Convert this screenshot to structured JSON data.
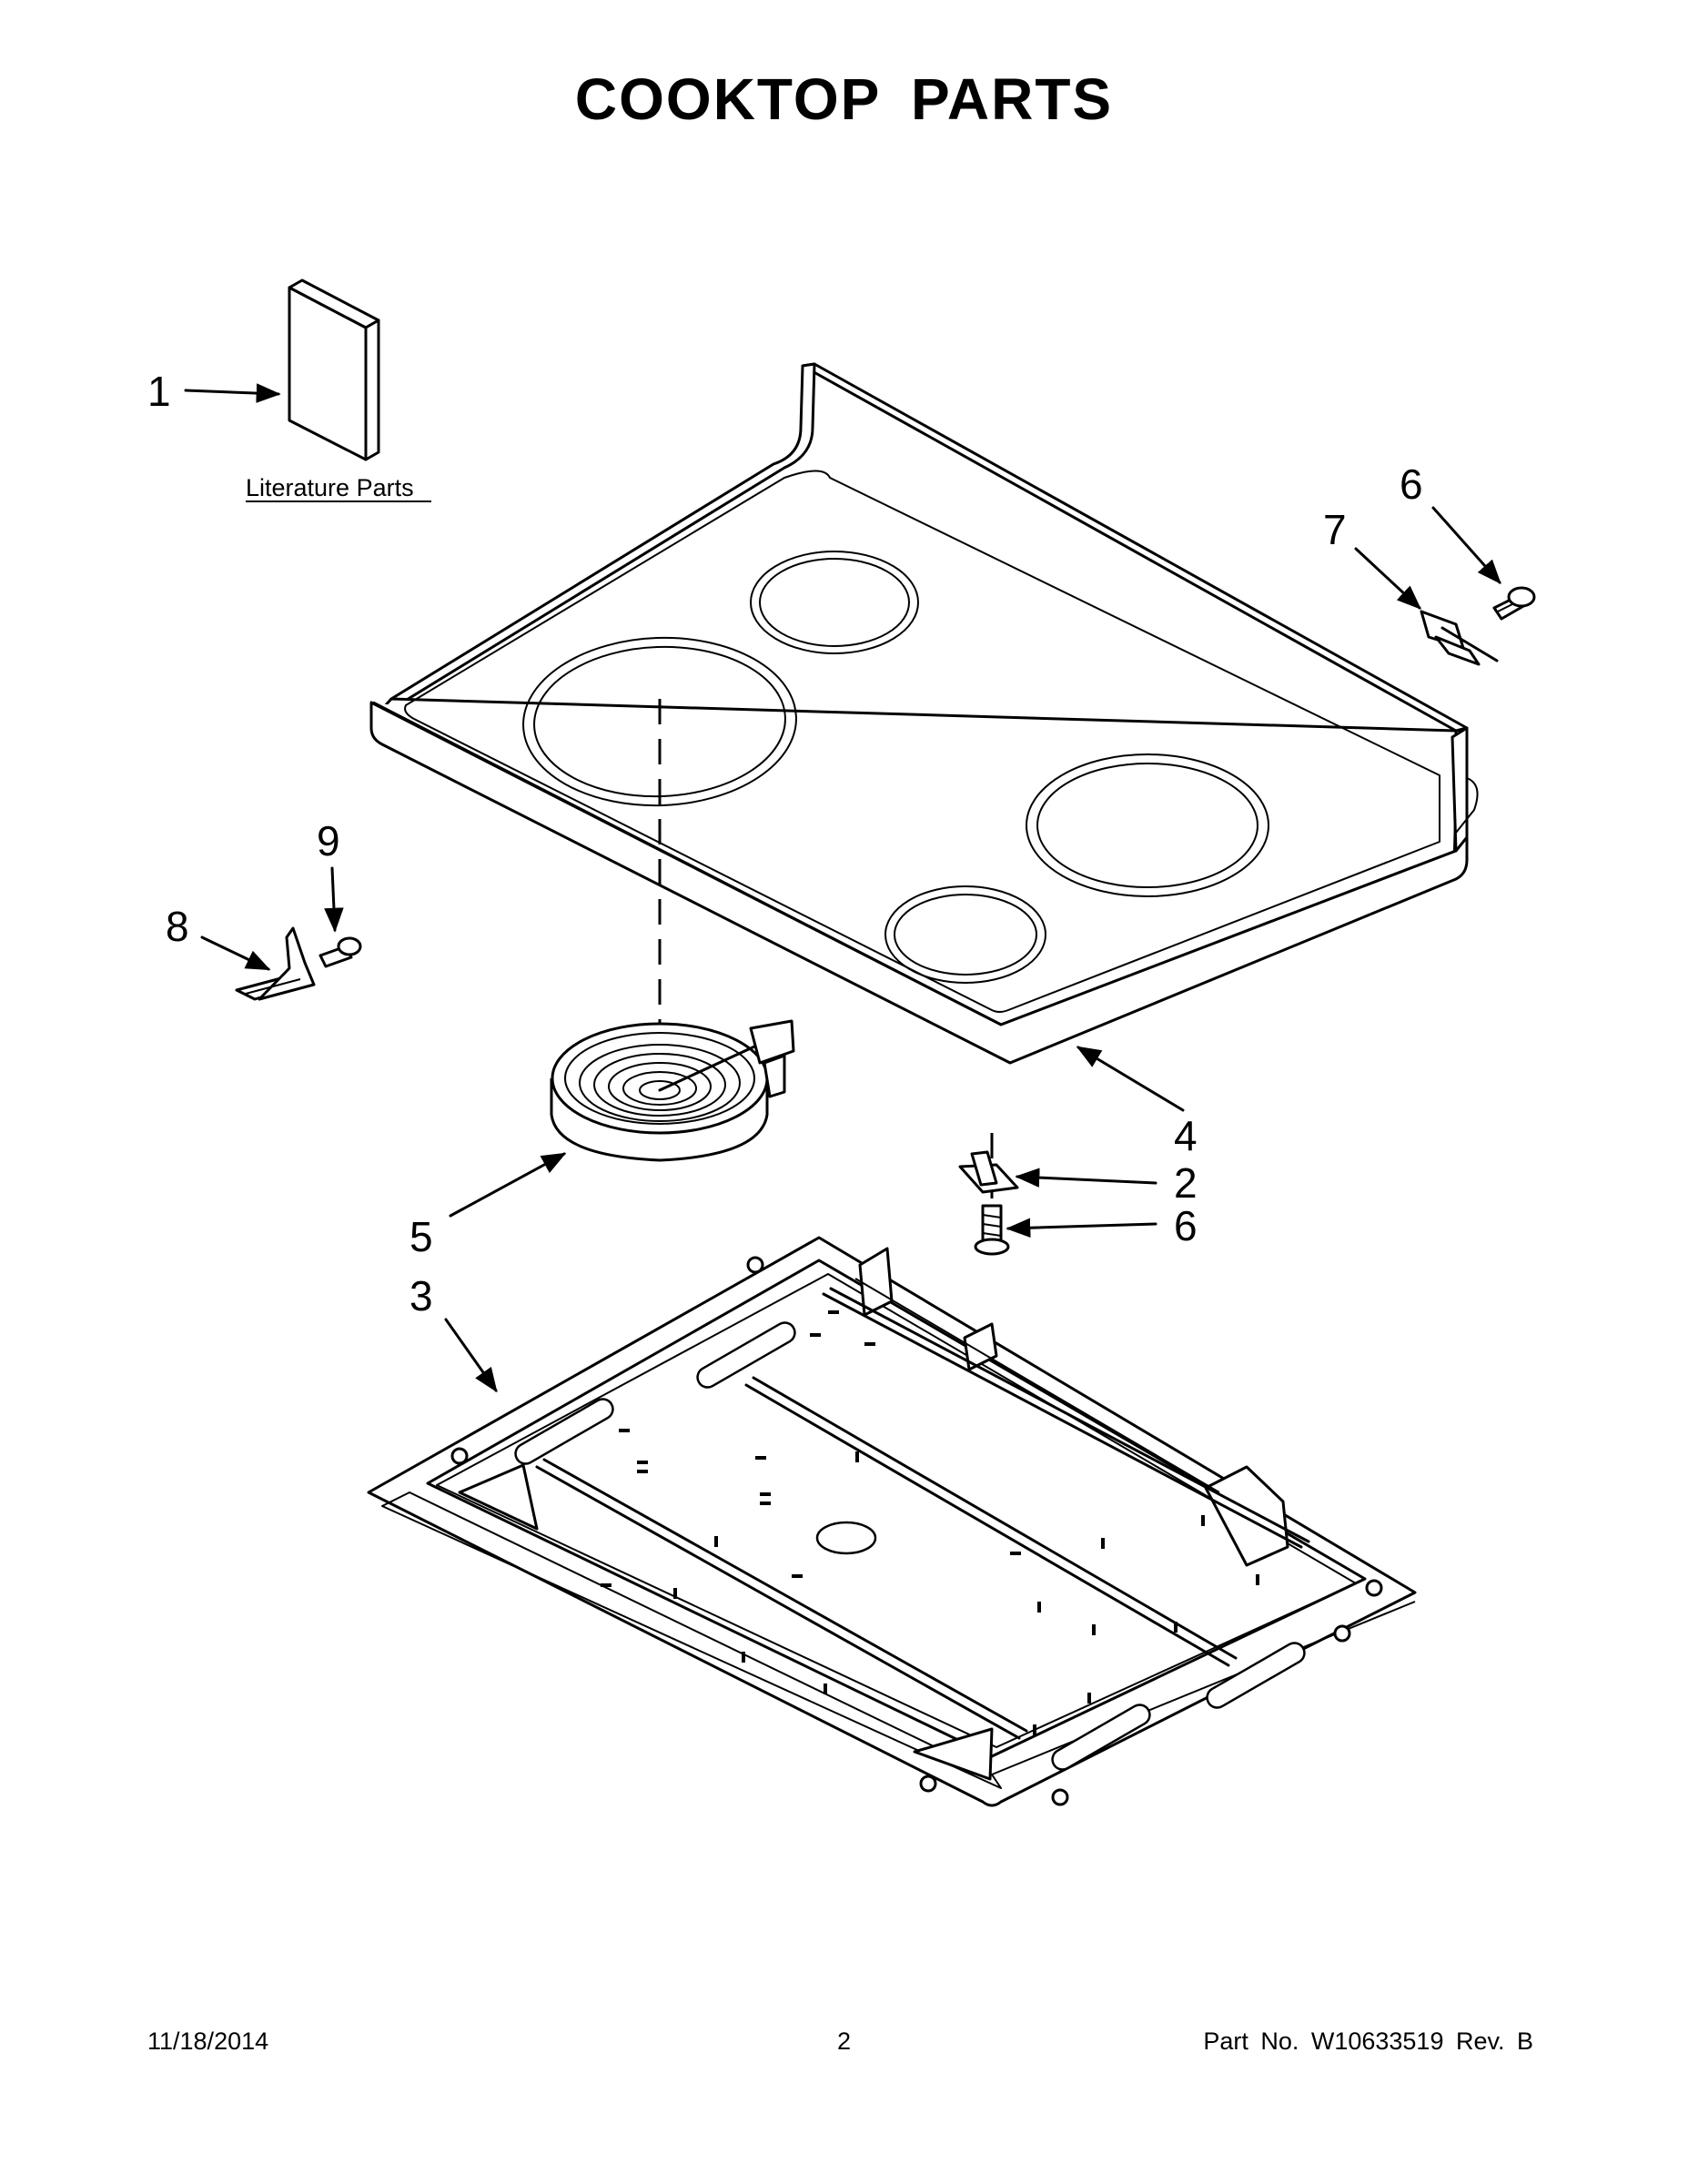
{
  "title": "COOKTOP PARTS",
  "literature_label": "Literature Parts",
  "callouts": {
    "literature": "1",
    "clip": "2",
    "burner_box": "3",
    "cooktop": "4",
    "element": "5",
    "screw_top": "6",
    "screw_bottom": "6",
    "bracket": "7",
    "hinge": "8",
    "hinge_screw": "9"
  },
  "footer": {
    "date": "11/18/2014",
    "page": "2",
    "part_number": "Part No.  W10633519  Rev.  B"
  }
}
